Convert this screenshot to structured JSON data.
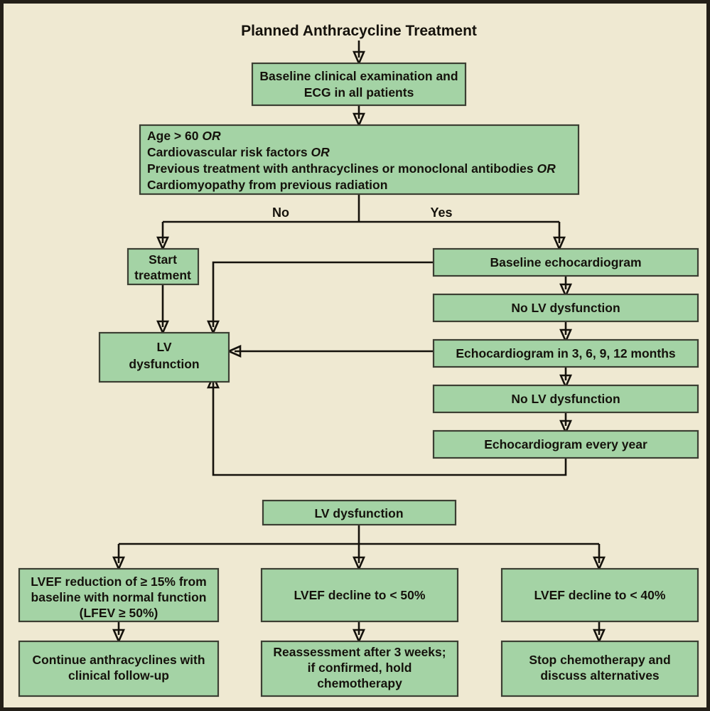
{
  "diagram": {
    "title": "Planned Anthracycline Treatment",
    "colors": {
      "background": "#efe9d2",
      "box_fill": "#a4d3a5",
      "box_border": "#3c3f33",
      "connector": "#15120c",
      "text": "#15120c",
      "frame": "#231f18"
    },
    "branch_labels": {
      "no": "No",
      "yes": "Yes"
    },
    "nodes": {
      "baseline_exam": {
        "lines": [
          "Baseline clinical examination and",
          "ECG in all patients"
        ]
      },
      "risk_criteria": {
        "lines": [
          {
            "text": "Age > 60 ",
            "suffix": "OR"
          },
          {
            "text": "Cardiovascular risk factors ",
            "suffix": "OR"
          },
          {
            "text": "Previous treatment with anthracyclines or monoclonal antibodies ",
            "suffix": "OR"
          },
          {
            "text": "Cardiomyopathy from previous radiation",
            "suffix": ""
          }
        ]
      },
      "start_treatment": {
        "lines": [
          "Start",
          "treatment"
        ]
      },
      "lv_dysfunction_mid": {
        "lines": [
          "LV",
          "dysfunction"
        ]
      },
      "baseline_echo": {
        "lines": [
          "Baseline echocardiogram"
        ]
      },
      "no_lv_dysfunction_1": {
        "lines": [
          "No LV dysfunction"
        ]
      },
      "echo_schedule": {
        "lines": [
          "Echocardiogram in 3, 6, 9, 12 months"
        ]
      },
      "no_lv_dysfunction_2": {
        "lines": [
          "No LV dysfunction"
        ]
      },
      "echo_yearly": {
        "lines": [
          "Echocardiogram every year"
        ]
      },
      "lv_dysfunction_bottom": {
        "lines": [
          "LV dysfunction"
        ]
      },
      "lvef_reduction_15": {
        "lines": [
          "LVEF reduction of ≥ 15% from",
          "baseline with normal function",
          "(LFEV ≥ 50%)"
        ]
      },
      "lvef_decline_50": {
        "lines": [
          "LVEF decline to < 50%"
        ]
      },
      "lvef_decline_40": {
        "lines": [
          "LVEF decline to < 40%"
        ]
      },
      "continue_anthracyclines": {
        "lines": [
          "Continue anthracyclines with",
          "clinical follow-up"
        ]
      },
      "reassessment": {
        "lines": [
          "Reassessment after 3 weeks;",
          "if confirmed, hold",
          "chemotherapy"
        ]
      },
      "stop_chemotherapy": {
        "lines": [
          "Stop chemotherapy and",
          "discuss alternatives"
        ]
      }
    }
  }
}
